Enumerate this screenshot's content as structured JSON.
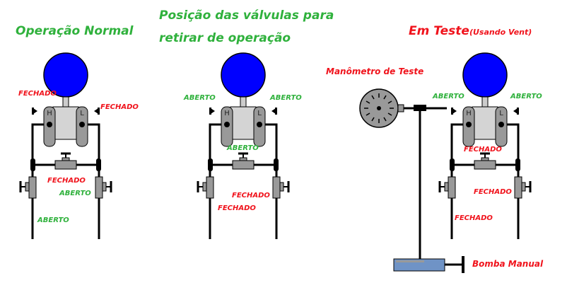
{
  "colors": {
    "green": "#2fb13c",
    "red": "#f0131c",
    "diaphragm": "#0000ff",
    "body_gray": "#999999",
    "body_light": "#cccccc",
    "pipe": "#000000",
    "pump_fluid": "#6f93c6"
  },
  "panel1": {
    "title": "Operação Normal",
    "labels": {
      "vent_h": "FECHADO",
      "vent_l": "FECHADO",
      "equalizing": "FECHADO",
      "block_l": "ABERTO",
      "block_h": "ABERTO"
    },
    "port_h": "H",
    "port_l": "L"
  },
  "panel2": {
    "title_line1": "Posição das válvulas para",
    "title_line2": "retirar de operação",
    "labels": {
      "vent_h": "ABERTO",
      "vent_l": "ABERTO",
      "equalizing": "ABERTO",
      "block_l": "FECHADO",
      "block_h": "FECHADO"
    },
    "port_h": "H",
    "port_l": "L"
  },
  "panel3": {
    "title": "Em Teste",
    "title_suffix": "(Usando Vent)",
    "gauge_label": "Manômetro de Teste",
    "pump_label": "Bomba Manual",
    "labels": {
      "vent_h": "ABERTO",
      "vent_l": "ABERTO",
      "equalizing": "FECHADO",
      "block_l": "FECHADO",
      "block_h": "FECHADO"
    },
    "port_h": "H",
    "port_l": "L"
  }
}
